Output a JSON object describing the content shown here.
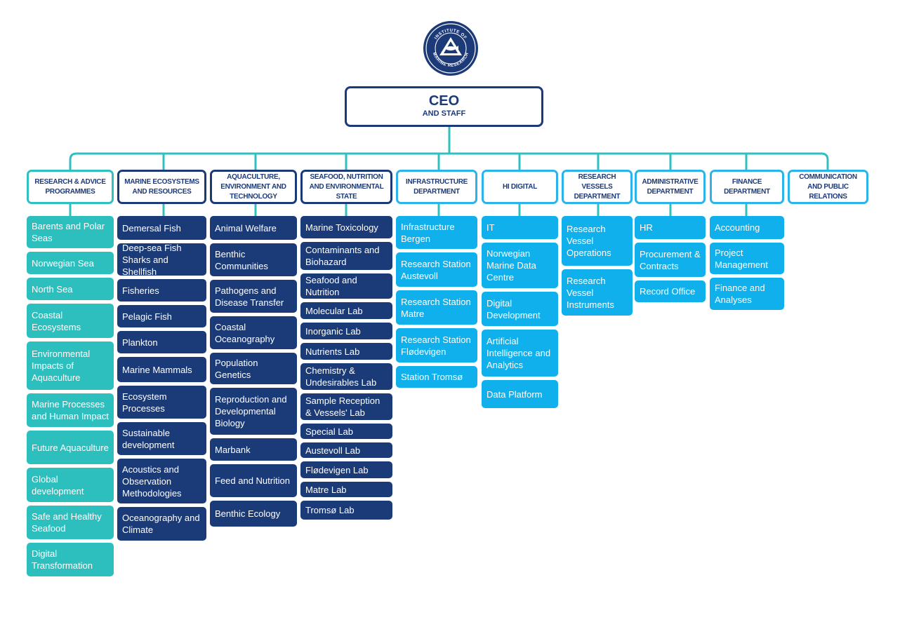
{
  "logo": {
    "text": "INSTITUTE OF MARINE RESEARCH",
    "icon": "fish-pyramid-emblem-icon"
  },
  "ceo": {
    "title": "CEO",
    "subtitle": "AND STAFF"
  },
  "colors": {
    "teal": "#2dbfbe",
    "navy": "#1b3a78",
    "blue": "#0fb0ec",
    "line": "#30c0c0",
    "text_dark": "#1d3a78"
  },
  "departments": [
    {
      "title": "RESEARCH & ADVICE PROGRAMMES",
      "units": [
        "Barents and Polar Seas",
        "Norwegian Sea",
        "North Sea",
        "Coastal Ecosystems",
        "Environmental Impacts of Aquaculture",
        "Marine Processes and Human Impact",
        "Future Aquaculture",
        "Global development",
        "Safe and Healthy Seafood",
        "Digital Transformation"
      ]
    },
    {
      "title": "MARINE ECOSYSTEMS AND RESOURCES",
      "units": [
        "Demersal Fish",
        "Deep-sea Fish Sharks and Shellfish",
        "Fisheries",
        "Pelagic Fish",
        "Plankton",
        "Marine Mammals",
        "Ecosystem Processes",
        "Sustainable development",
        "Acoustics and Observation Methodologies",
        "Oceanography and Climate"
      ]
    },
    {
      "title": "AQUACULTURE, ENVIRONMENT AND TECHNOLOGY",
      "units": [
        "Animal Welfare",
        "Benthic Communities",
        "Pathogens and Disease Transfer",
        "Coastal Oceanography",
        "Population Genetics",
        "Reproduction and Developmental Biology",
        "Marbank",
        "Feed and Nutrition",
        "Benthic Ecology"
      ]
    },
    {
      "title": "SEAFOOD, NUTRITION AND ENVIRONMENTAL STATE",
      "units": [
        "Marine Toxicology",
        "Contaminants and Biohazard",
        "Seafood and Nutrition",
        "Molecular Lab",
        "Inorganic Lab",
        "Nutrients Lab",
        "Chemistry & Undesirables Lab",
        "Sample Reception & Vessels' Lab",
        "Special Lab",
        "Austevoll Lab",
        "Flødevigen Lab",
        "Matre Lab",
        "Tromsø Lab"
      ]
    },
    {
      "title": "INFRASTRUCTURE DEPARTMENT",
      "units": [
        "Infrastructure Bergen",
        "Research Station Austevoll",
        "Research Station Matre",
        "Research Station Flødevigen",
        "Station Tromsø"
      ]
    },
    {
      "title": "HI DIGITAL",
      "units": [
        "IT",
        "Norwegian Marine Data Centre",
        "Digital Development",
        "Artificial Intelligence and Analytics",
        "Data Platform"
      ]
    },
    {
      "title": "RESEARCH VESSELS DEPARTMENT",
      "units": [
        "Research Vessel Operations",
        "Research Vessel Instruments"
      ]
    },
    {
      "title": "ADMINISTRATIVE DEPARTMENT",
      "units": [
        "HR",
        "Procurement & Contracts",
        "Record Office"
      ]
    },
    {
      "title": "FINANCE DEPARTMENT",
      "units": [
        "Accounting",
        "Project Management",
        "Finance and Analyses"
      ]
    },
    {
      "title": "COMMUNICATION AND PUBLIC RELATIONS",
      "units": []
    }
  ]
}
